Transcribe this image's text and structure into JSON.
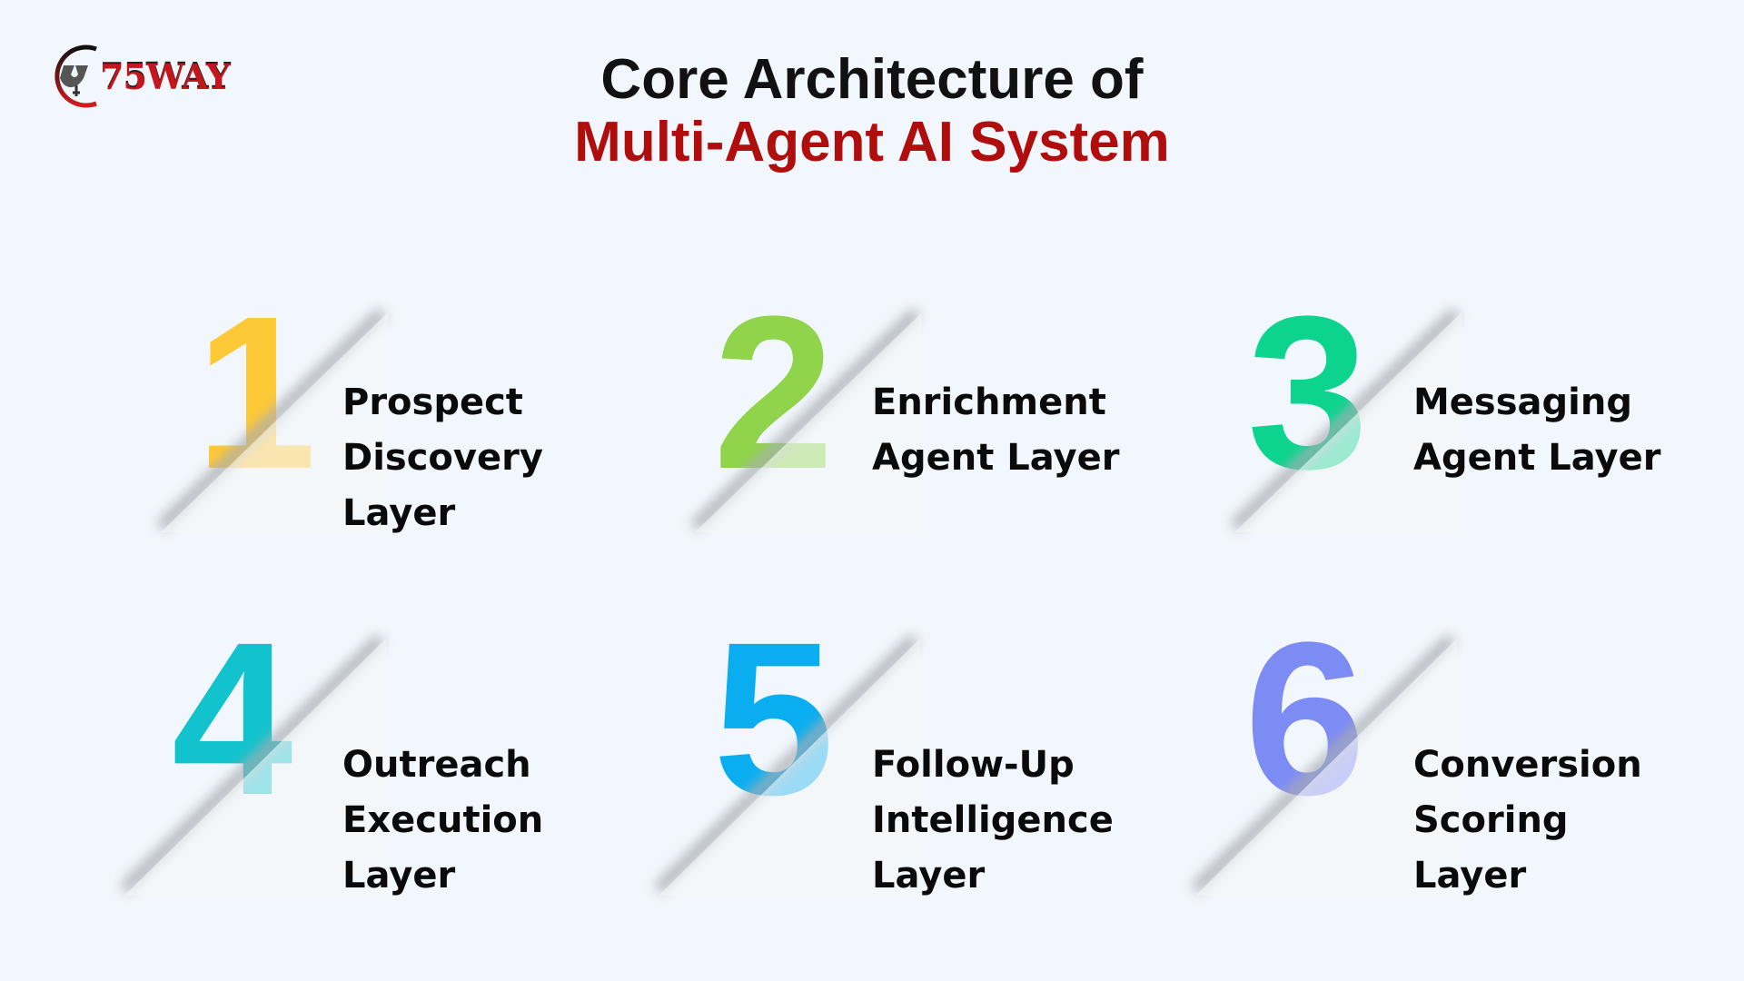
{
  "logo": {
    "text": "75WAY"
  },
  "title": {
    "line1": "Core Architecture of",
    "line2": "Multi-Agent AI System"
  },
  "colors": {
    "accent": "#b00d0d",
    "panel": "#f6f7f9"
  },
  "layers": [
    {
      "number": "1",
      "color": "#fec936",
      "lines": [
        "Prospect",
        "Discovery",
        "Layer"
      ]
    },
    {
      "number": "2",
      "color": "#8fd44a",
      "lines": [
        "Enrichment",
        "Agent Layer"
      ]
    },
    {
      "number": "3",
      "color": "#0cd48f",
      "lines": [
        "Messaging",
        "Agent Layer"
      ]
    },
    {
      "number": "4",
      "color": "#12c2cc",
      "lines": [
        "Outreach",
        "Execution",
        "Layer"
      ]
    },
    {
      "number": "5",
      "color": "#0aaef0",
      "lines": [
        "Follow-Up",
        "Intelligence",
        "Layer"
      ]
    },
    {
      "number": "6",
      "color": "#7d8bf5",
      "lines": [
        "Conversion",
        "Scoring",
        "Layer"
      ]
    }
  ]
}
